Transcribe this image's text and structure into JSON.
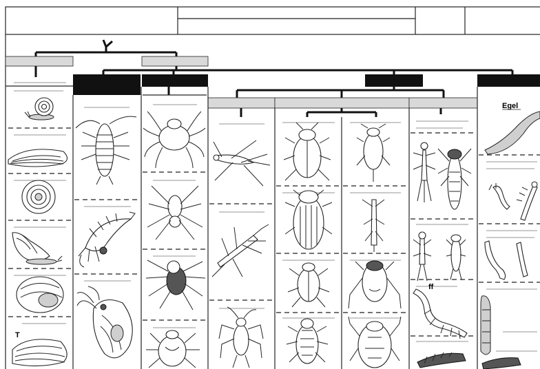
{
  "labels": {
    "egel": "Egel",
    "cell_marker_t": "T",
    "cell_marker_ff": "ff"
  },
  "icons": [
    "snail-icon",
    "mussel-icon",
    "ramshorn-snail-icon",
    "pond-snail-icon",
    "bladder-snail-icon",
    "pea-mussel-icon",
    "water-louse-icon",
    "freshwater-shrimp-icon",
    "water-flea-icon",
    "water-mite-icon",
    "water-spider-icon",
    "mite-icon",
    "pond-skater-icon",
    "water-stick-insect-icon",
    "water-measurer-icon",
    "water-beetle-icon",
    "diving-beetle-icon",
    "whirligig-beetle-icon",
    "beetle-larva-icon",
    "backswimmer-icon",
    "water-scorpion-icon",
    "water-boatman-icon",
    "creeping-bug-icon",
    "mayfly-larva-icon",
    "damselfly-larva-icon",
    "stonefly-larva-icon",
    "alderfly-larva-icon",
    "caddis-larva-icon",
    "leech-icon",
    "midge-larva-icon",
    "mosquito-larva-icon",
    "tubifex-worm-icon",
    "flatworm-icon"
  ]
}
